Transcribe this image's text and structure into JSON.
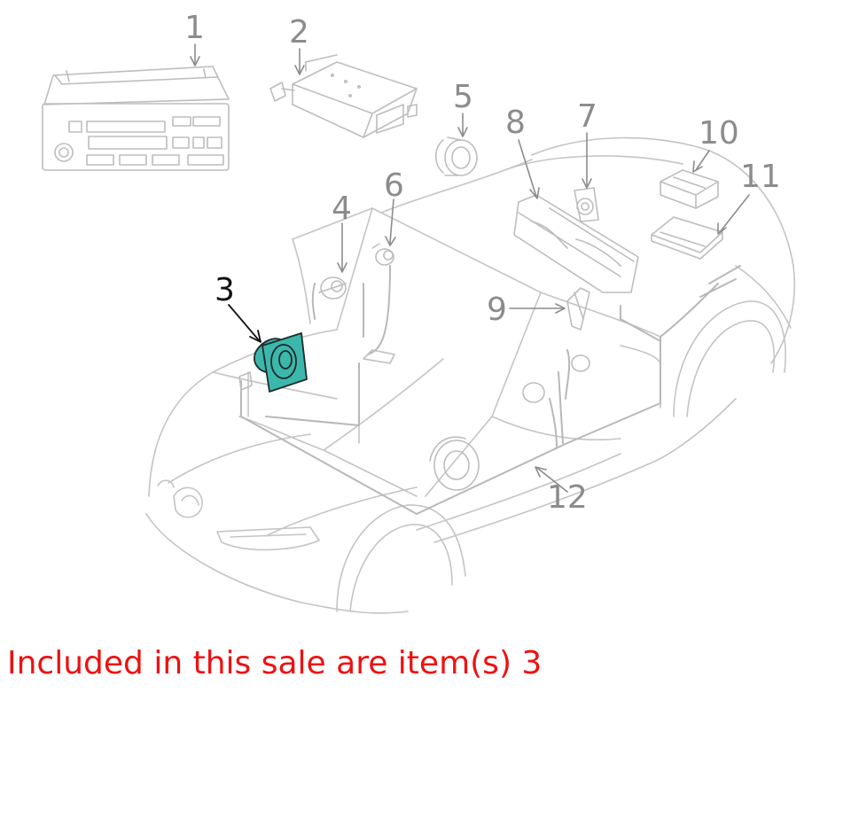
{
  "diagram": {
    "callouts": [
      {
        "id": "1",
        "text": "1"
      },
      {
        "id": "2",
        "text": "2"
      },
      {
        "id": "3",
        "text": "3",
        "highlighted": true
      },
      {
        "id": "4",
        "text": "4"
      },
      {
        "id": "5",
        "text": "5"
      },
      {
        "id": "6",
        "text": "6"
      },
      {
        "id": "7",
        "text": "7"
      },
      {
        "id": "8",
        "text": "8"
      },
      {
        "id": "9",
        "text": "9"
      },
      {
        "id": "10",
        "text": "10"
      },
      {
        "id": "11",
        "text": "11"
      },
      {
        "id": "12",
        "text": "12"
      }
    ],
    "colors": {
      "line_art": "#c8c8c8",
      "label": "#8c8c8c",
      "highlight_fill": "#3cb7ac",
      "highlight_label": "#111111"
    }
  },
  "caption": {
    "text": "Included in this sale are item(s) 3",
    "color": "#ee1111"
  }
}
